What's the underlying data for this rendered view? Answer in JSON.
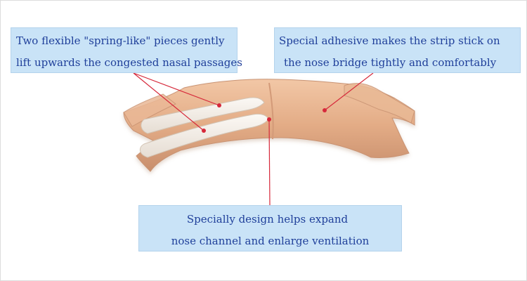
{
  "callouts": {
    "left": {
      "line1": "Two flexible \"spring-like\" pieces gently",
      "line2": "lift upwards the congested nasal passages"
    },
    "right": {
      "line1": "Special adhesive makes the strip stick on",
      "line2": "the nose bridge tightly and comfortably"
    },
    "bottom": {
      "line1": "Specially design helps expand",
      "line2": "nose channel and enlarge ventilation"
    }
  },
  "colors": {
    "callout_fill": "#c9e3f7",
    "callout_text": "#1f3f9a",
    "strip_skin": "#e3ac86",
    "spring_piece": "#f1ebe4",
    "pointer_line": "#d6283a"
  }
}
